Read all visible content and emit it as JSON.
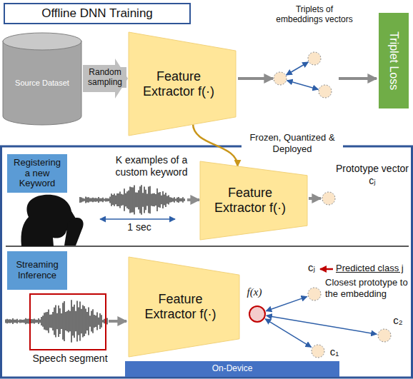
{
  "diagram": {
    "nodes": [
      {
        "text": [
          "Offline DNN Training"
        ]
      },
      {
        "text": [
          "Source Dataset"
        ]
      },
      {
        "text": [
          "Feature Extractor f(·)"
        ]
      },
      {
        "text": [
          "Triplet Loss"
        ]
      },
      {
        "text": [
          "Registering a new Keyword"
        ]
      },
      {
        "text": [
          "Feature Extractor f(·)"
        ]
      },
      {
        "text": [
          "Streaming Inference"
        ]
      },
      {
        "text": [
          "Feature Extractor f(·)"
        ]
      },
      {
        "text": [
          "On-Device"
        ]
      }
    ],
    "edges": [
      {
        "from": 1,
        "to": 2,
        "arrow": "to",
        "label": "Random sampling"
      },
      {
        "from": 2,
        "to": 5,
        "arrow": "to",
        "label": "Frozen, Quantized & Deployed"
      }
    ],
    "labels": [
      "Triplets of embeddings vectors",
      "K examples of a custom keyword",
      "1 sec",
      "Prototype vector cⱼ",
      "Speech segment",
      "f(x)",
      "cⱼ",
      "Predicted class j",
      "Closest prototype to the embedding",
      "c₂",
      "c₁"
    ]
  }
}
